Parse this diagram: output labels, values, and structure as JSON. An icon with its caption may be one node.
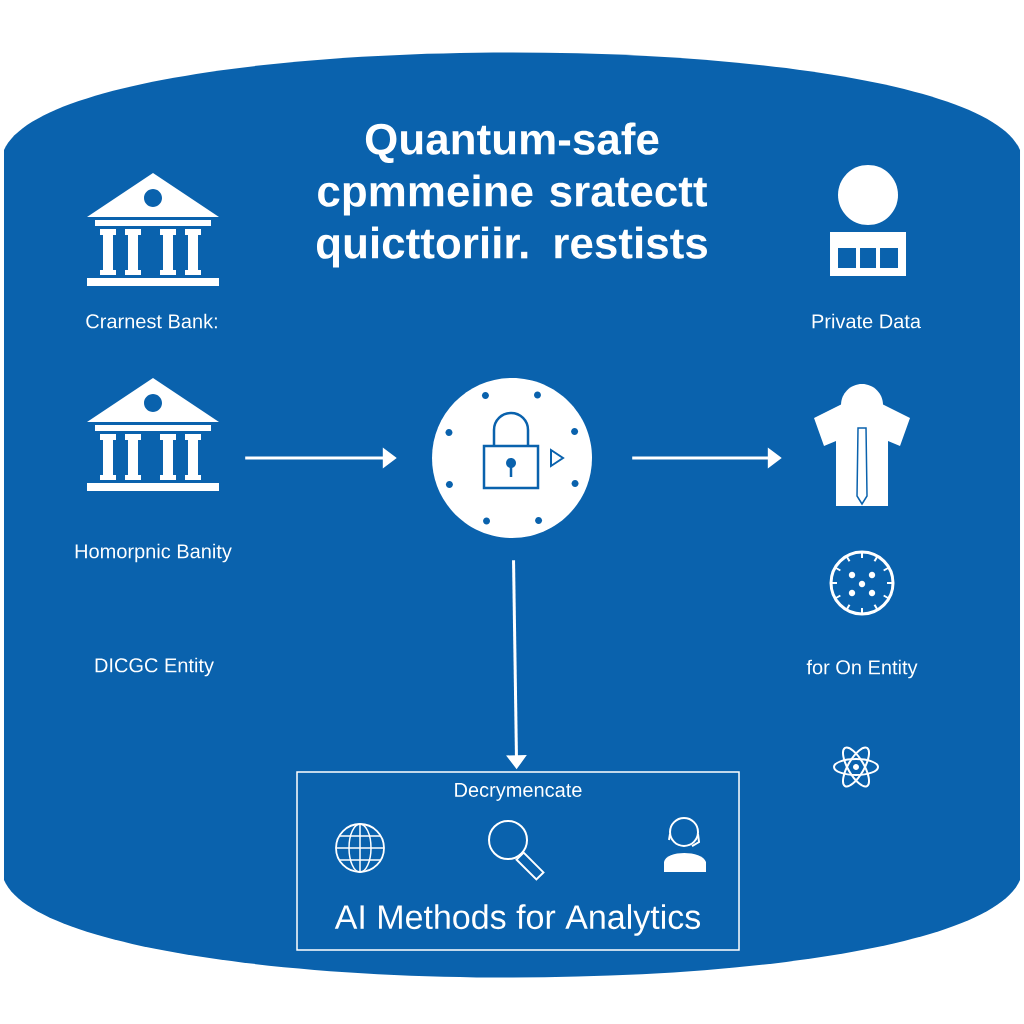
{
  "diagram": {
    "title": "Quantum-safe cpmmeine sratectt quicttoriir. restists",
    "nodes": [
      {
        "text": [],
        "shape": "picture",
        "beside": [
          "Homorpnic Banity"
        ]
      },
      {
        "text": [],
        "shape": "circle"
      },
      {
        "text": [],
        "shape": "person"
      },
      {
        "text": [
          "Decrymencate",
          "AI Methods for Analytics"
        ]
      }
    ],
    "edges": [
      {
        "from": 0,
        "to": 1,
        "arrow": "to"
      },
      {
        "from": 1,
        "to": 2,
        "arrow": "to"
      },
      {
        "from": 1,
        "to": 3,
        "arrow": "to"
      }
    ],
    "labels": [
      "Crarnest Bank:",
      "Private Data",
      "DICGC Entity",
      "for On Entity"
    ]
  }
}
